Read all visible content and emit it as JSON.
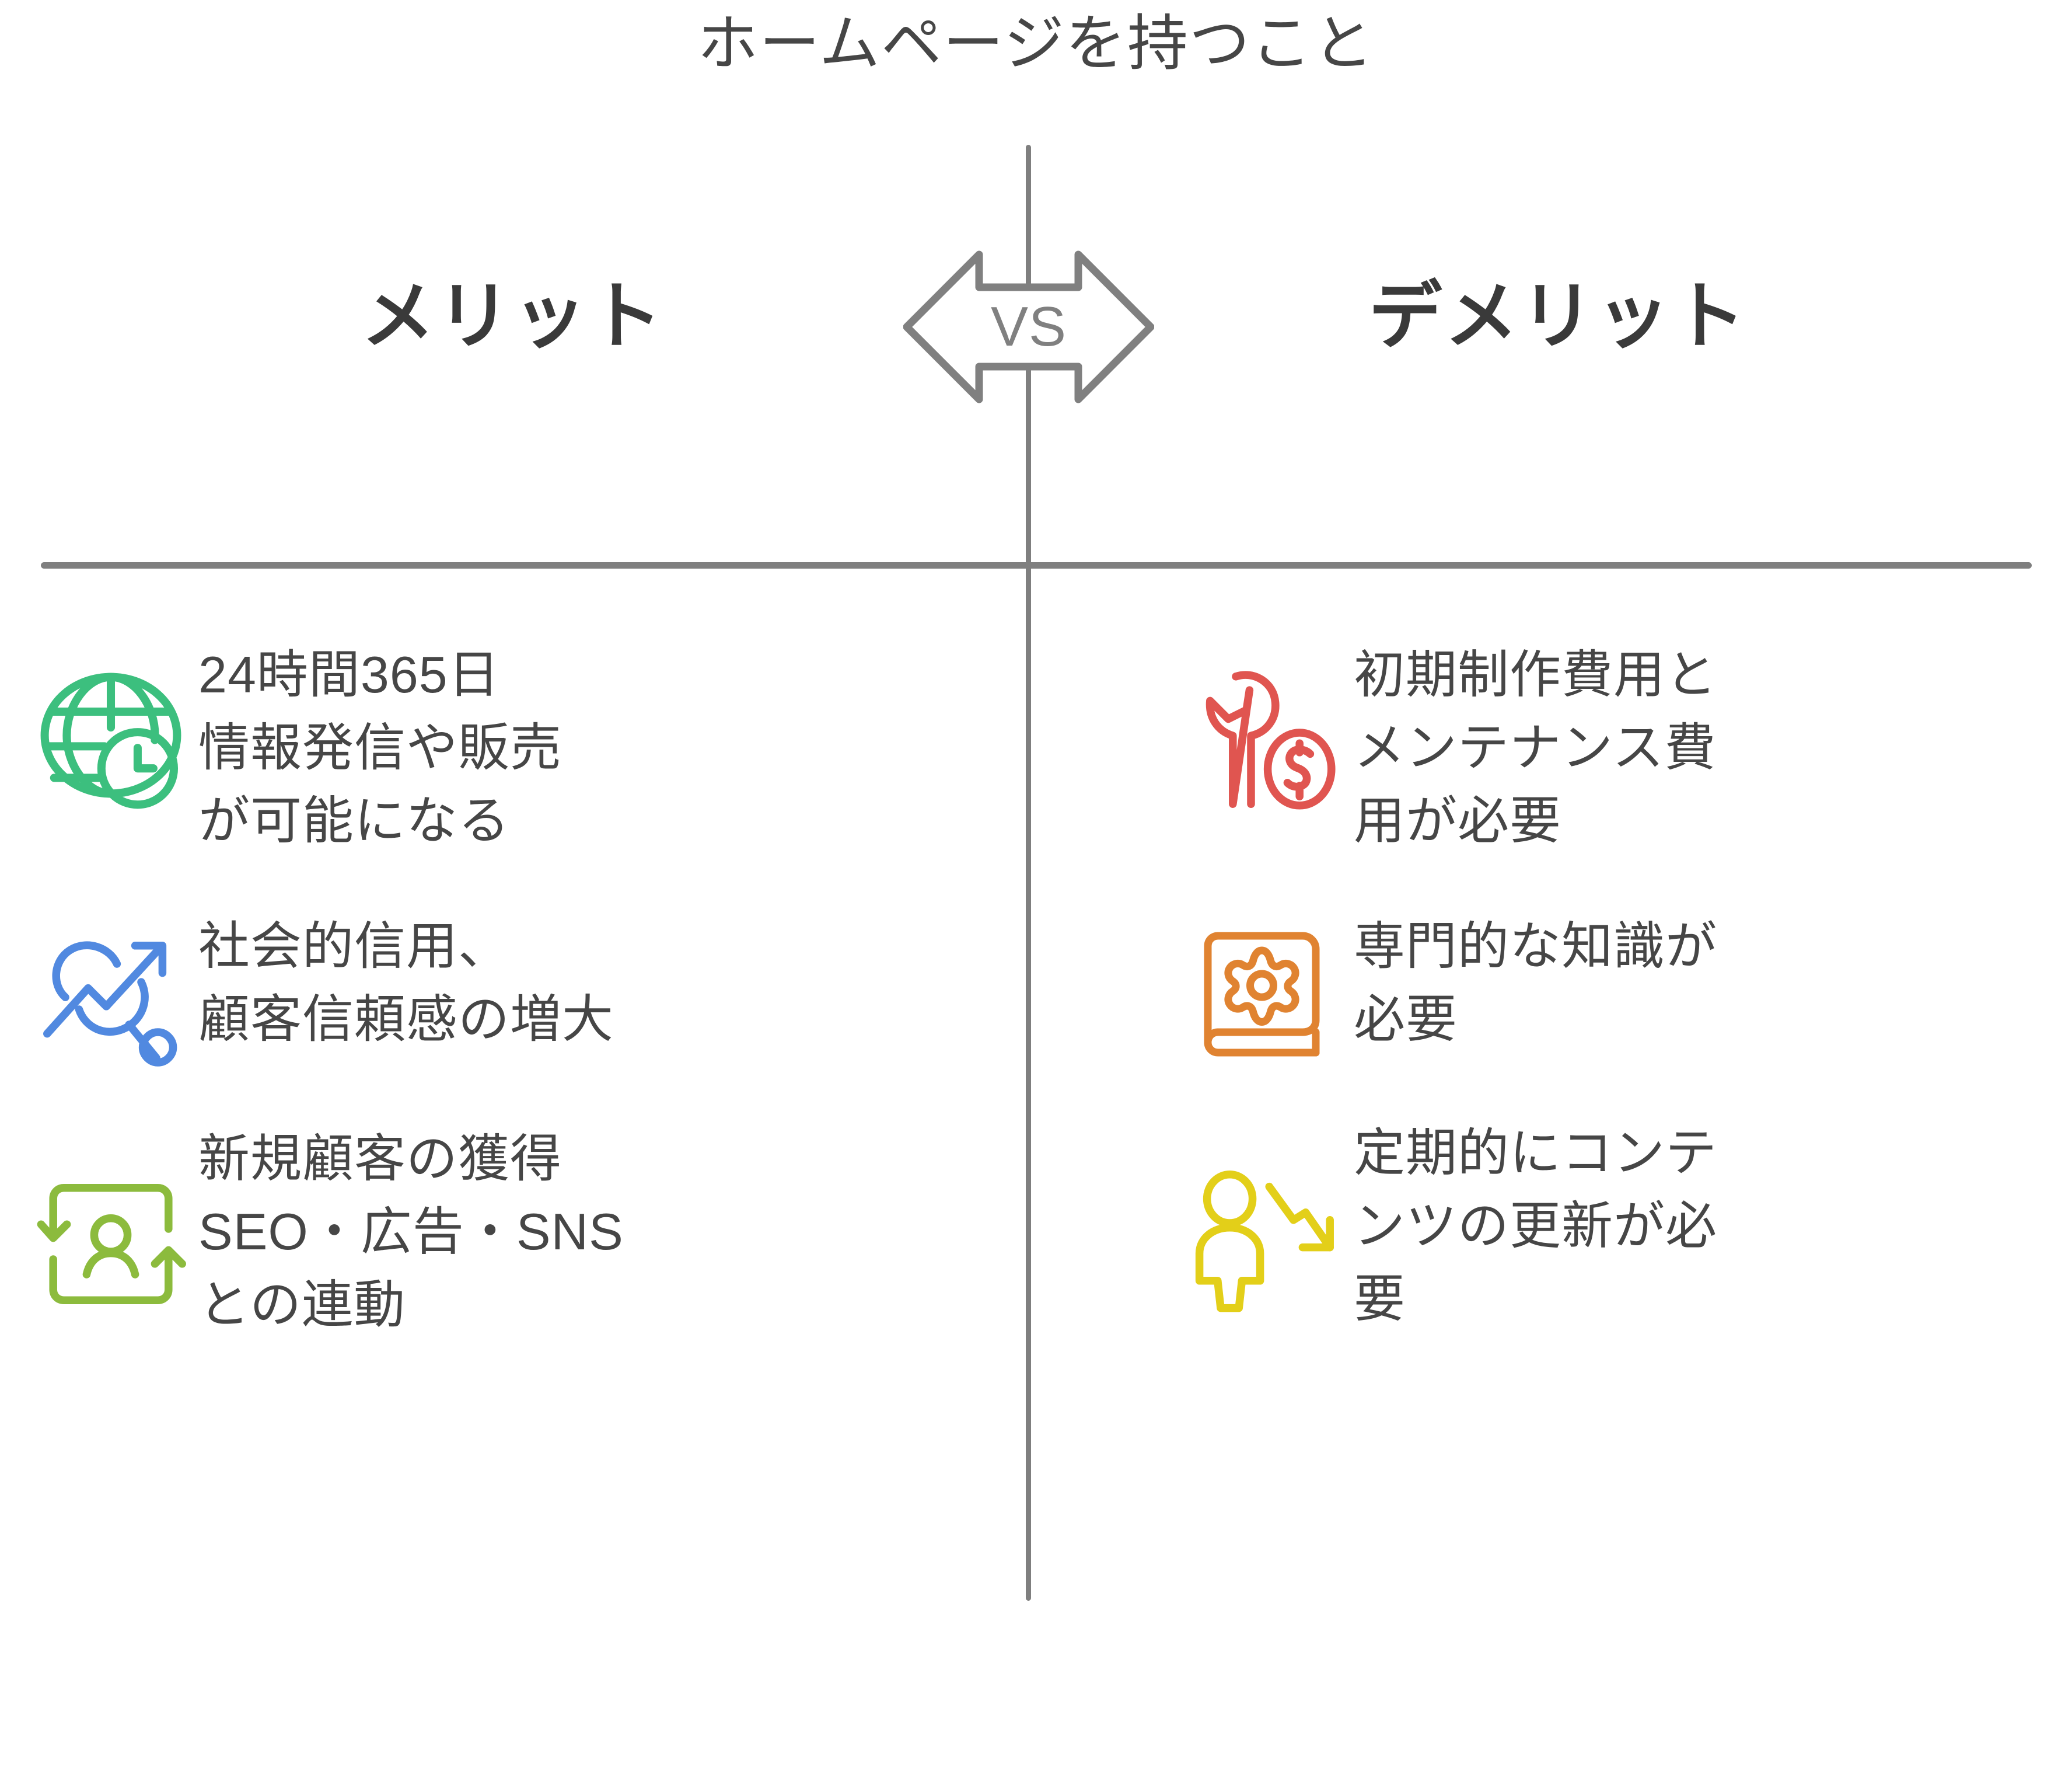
{
  "title": "ホームページを持つこと",
  "center": {
    "vs_label": "VS",
    "badge_icon": "double-arrow-icon"
  },
  "columns": {
    "merit": {
      "heading": "メリット",
      "items": [
        {
          "icon": "globe-clock-icon",
          "color": "#3cbf7e",
          "text": "24時間365日\n情報発信や販売\nが可能になる"
        },
        {
          "icon": "trending-up-search-icon",
          "color": "#5189e0",
          "text": "社会的信用、\n顧客信頼感の増大"
        },
        {
          "icon": "user-cycle-icon",
          "color": "#8cbb3d",
          "text": "新規顧客の獲得\nSEO・広告・SNS\nとの連動"
        }
      ]
    },
    "demerit": {
      "heading": "デメリット",
      "items": [
        {
          "icon": "wrench-money-icon",
          "color": "#e05550",
          "text": "初期制作費用と\nメンテナンス費\n用が必要"
        },
        {
          "icon": "book-gear-icon",
          "color": "#e08331",
          "text": "専門的な知識が\n必要"
        },
        {
          "icon": "person-down-arrow-icon",
          "color": "#e3cf19",
          "text": "定期的にコンテ\nンツの更新が必\n要"
        }
      ]
    }
  },
  "colors": {
    "text": "#464646",
    "heading": "#3a3a3a",
    "divider": "#7f7f7f",
    "background": "#ffffff"
  }
}
